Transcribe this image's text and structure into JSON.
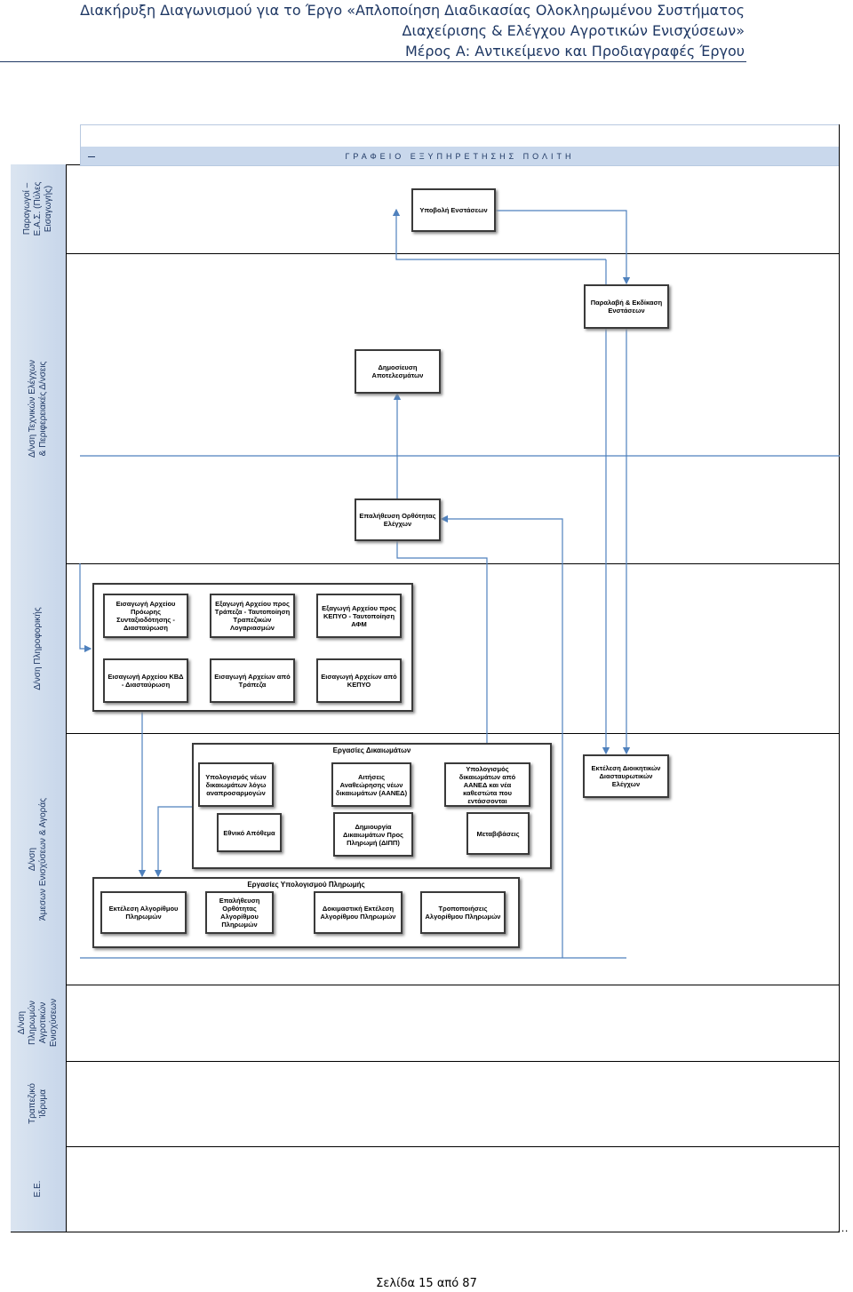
{
  "header": {
    "line1": "Διακήρυξη Διαγωνισμού για το Έργο «Απλοποίηση Διαδικασίας Ολοκληρωμένου Συστήματος",
    "line2": "Διαχείρισης & Ελέγχου Αγροτικών Ενισχύσεων»",
    "line3": "Μέρος Α: Αντικείμενο και Προδιαγραφές Έργου"
  },
  "diagram": {
    "banner": "ΓΡΑΦΕΙΟ ΕΞΥΠΗΡΕΤΗΣΗΣ ΠΟΛΙΤΗ",
    "lanes": [
      "Παραγωγοί –\nΕ.Α.Σ. (Πύλες\nΕισαγωγής)",
      "Δ/νση Τεχνικών Ελέγχων\n& Περιφερειακές Δ/νσεις",
      "Δ/νση Πληροφορικής",
      "Δ/νση\nΆμεσων Ενισχύσεων & Αγοράς",
      "Δ/νση\nΠληρωμών\nΑγροτικών\nΕνισχύσεων",
      "Τραπεζικό\nΊδρυμα",
      "Ε.Ε."
    ],
    "boxes": {
      "ypovoli": "Υποβολή Ενστάσεων",
      "paralavi": "Παραλαβή & Εκδίκαση Ενστάσεων",
      "dimosieusi": "Δημοσίευση Αποτελεσμάτων",
      "epalitheusi_elegxon": "Επαλήθευση Ορθότητας Ελέγχων",
      "eisagogi_proorhs": "Εισαγωγή Αρχείου Πρόωρης Συνταξιοδότησης - Διασταύρωση",
      "exagogi_trapeza": "Εξαγωγή Αρχείου προς Τράπεζα - Ταυτοποίηση Τραπεζικών Λογαριασμών",
      "exagogi_kepyo": "Εξαγωγή Αρχείου προς ΚΕΠΥΟ - Ταυτοποίηση ΑΦΜ",
      "eisagogi_kvd": "Εισαγωγή Αρχείου ΚΒΔ - Διασταύρωση",
      "eisagogi_trapeza": "Εισαγωγή Αρχείων από Τράπεζα",
      "eisagogi_kepyo": "Εισαγωγή Αρχείων από ΚΕΠΥΟ",
      "ektelesi_dioikitikon": "Εκτέλεση Διοικητικών Διασταυρωτικών Ελέγχων",
      "ypologismos_anaprosarmogon": "Υπολογισμός νέων δικαιωμάτων λόγω αναπροσαρμογών",
      "aitiseis_aaned": "Αιτήσεις Αναθεώρησης νέων δικαιωμάτων (ΑΑΝΕΔ)",
      "ypologismos_aaned": "Υπολογισμός δικαιωμάτων από ΑΑΝΕΔ και νέα καθεστώτα που εντάσσονται",
      "ethniko_apothema": "Εθνικό Απόθεμα",
      "dimiourgia_dipp": "Δημιουργία Δικαιωμάτων Προς Πληρωμή (ΔΙΠΠ)",
      "metavivaseis": "Μεταβιβάσεις",
      "ektelesi_algorithmou": "Εκτέλεση Αλγορίθμου Πληρωμών",
      "epalitheusi_algorithmou": "Επαλήθευση Ορθότητας Αλγορίθμου Πληρωμών",
      "dokimastiki": "Δοκιμαστική Εκτέλεση Αλγορίθμου Πληρωμών",
      "tropopoiiseis": "Τροποποιήσεις Αλγορίθμου Πληρωμών"
    },
    "groups": {
      "dikaiomata": "Εργασίες Δικαιωμάτων",
      "ypologismos_pliromis": "Εργασίες Υπολογισμού Πληρωμής"
    },
    "colors": {
      "connector": "#4f81bd",
      "banner_text": "#1f3864",
      "lane_fill": "#dbe5f1"
    },
    "continuation": "…"
  },
  "footer": {
    "page": "Σελίδα 15 από 87"
  }
}
